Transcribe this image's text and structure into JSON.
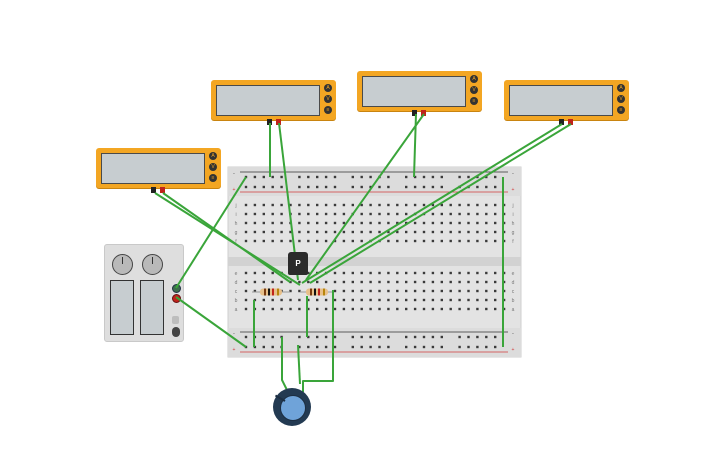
{
  "components": {
    "multimeters": [
      {
        "id": "multimeter-1",
        "ports": [
          "A",
          "V",
          "≡"
        ]
      },
      {
        "id": "multimeter-2",
        "ports": [
          "A",
          "V",
          "≡"
        ]
      },
      {
        "id": "multimeter-3",
        "ports": [
          "A",
          "V",
          "≡"
        ]
      },
      {
        "id": "multimeter-4",
        "ports": [
          "A",
          "V",
          "≡"
        ]
      }
    ],
    "transistor": {
      "label": "P"
    },
    "power_supply": {
      "channels": 2
    },
    "potentiometer": {
      "present": true
    }
  },
  "breadboard": {
    "row_labels_top": [
      "j",
      "i",
      "h",
      "g",
      "f"
    ],
    "row_labels_bottom": [
      "e",
      "d",
      "c",
      "b",
      "a"
    ],
    "rail_minus": "-",
    "rail_plus": "+",
    "columns": 30
  },
  "colors": {
    "wire": "#3aa53a",
    "multimeter": "#f3a623",
    "breadboard": "#e3e3e3",
    "rail_red": "#d23b3b",
    "rail_dark": "#333333",
    "pot_knob": "#6fa3d9"
  }
}
